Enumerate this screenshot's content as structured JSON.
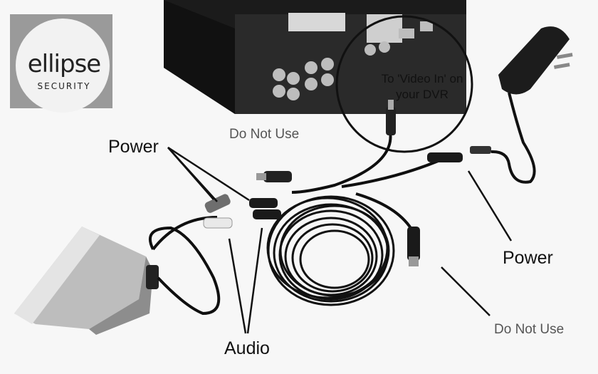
{
  "logo": {
    "word": "ellipse",
    "sub": "SECURITY"
  },
  "labels": {
    "power_left": "Power",
    "power_right": "Power",
    "do_not_use_top": "Do Not Use",
    "do_not_use_bottom": "Do Not Use",
    "audio": "Audio",
    "dvr_line1": "To 'Video In' on",
    "dvr_line2": "your DVR"
  }
}
